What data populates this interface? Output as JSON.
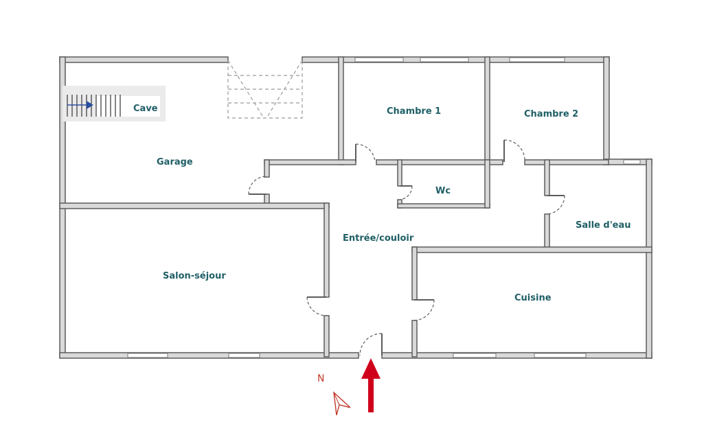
{
  "rooms": {
    "cave": "Cave",
    "garage": "Garage",
    "chambre1": "Chambre 1",
    "chambre2": "Chambre 2",
    "wc": "Wc",
    "salle_eau": "Salle d'eau",
    "entree": "Entrée/couloir",
    "salon": "Salon-séjour",
    "cuisine": "Cuisine"
  },
  "compass": {
    "label": "N"
  },
  "colors": {
    "label": "#1f5f66",
    "wall": "#5c5c5c",
    "entrance_arrow": "#d0021b",
    "compass": "#c0392b"
  }
}
